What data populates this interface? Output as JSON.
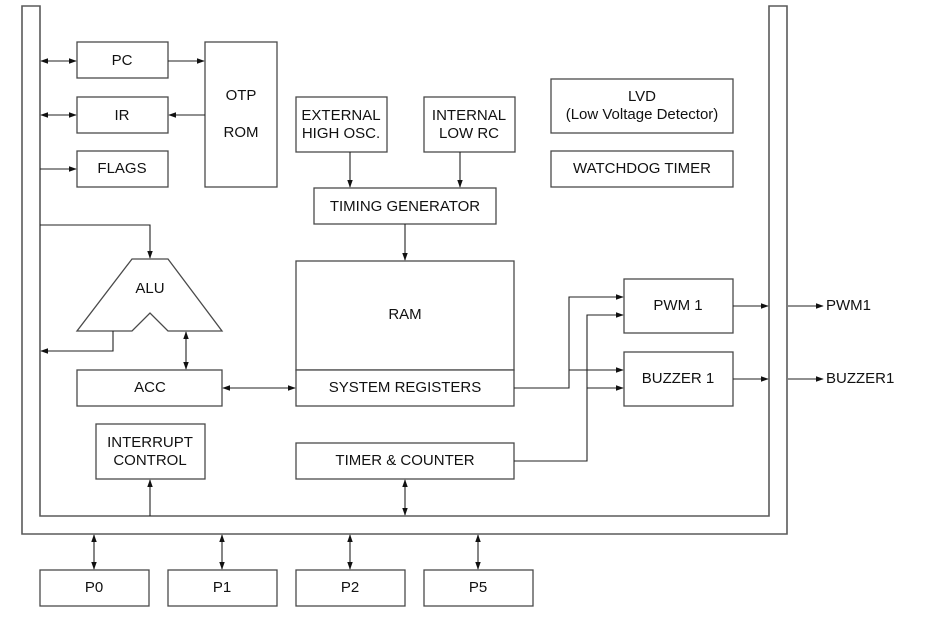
{
  "diagram": {
    "type": "microcontroller-block-diagram",
    "blocks": {
      "pc": "PC",
      "ir": "IR",
      "flags": "FLAGS",
      "otp_rom": [
        "OTP",
        "ROM"
      ],
      "ext_osc": [
        "EXTERNAL",
        "HIGH OSC."
      ],
      "int_rc": [
        "INTERNAL",
        "LOW RC"
      ],
      "timing_gen": "TIMING GENERATOR",
      "lvd": [
        "LVD",
        "(Low Voltage Detector)"
      ],
      "watchdog": "WATCHDOG TIMER",
      "alu": "ALU",
      "ram": "RAM",
      "sys_regs": "SYSTEM REGISTERS",
      "acc": "ACC",
      "pwm1": "PWM 1",
      "buzzer1": "BUZZER 1",
      "interrupt": [
        "INTERRUPT",
        "CONTROL"
      ],
      "timer_counter": "TIMER & COUNTER",
      "p0": "P0",
      "p1": "P1",
      "p2": "P2",
      "p5": "P5"
    },
    "outputs": {
      "pwm1": "PWM1",
      "buzzer1": "BUZZER1"
    },
    "connections": [
      {
        "from": "bus",
        "to": "PC",
        "direction": "bidirectional"
      },
      {
        "from": "PC",
        "to": "OTP ROM",
        "direction": "forward"
      },
      {
        "from": "OTP ROM",
        "to": "IR",
        "direction": "forward"
      },
      {
        "from": "bus",
        "to": "IR",
        "direction": "bidirectional"
      },
      {
        "from": "bus",
        "to": "FLAGS",
        "direction": "forward"
      },
      {
        "from": "EXTERNAL HIGH OSC.",
        "to": "TIMING GENERATOR",
        "direction": "forward"
      },
      {
        "from": "INTERNAL LOW RC",
        "to": "TIMING GENERATOR",
        "direction": "forward"
      },
      {
        "from": "TIMING GENERATOR",
        "to": "RAM",
        "direction": "forward"
      },
      {
        "from": "bus",
        "to": "ALU",
        "direction": "forward"
      },
      {
        "from": "ALU",
        "to": "bus",
        "direction": "forward"
      },
      {
        "from": "ALU",
        "to": "ACC",
        "direction": "bidirectional"
      },
      {
        "from": "ACC",
        "to": "SYSTEM REGISTERS",
        "direction": "bidirectional"
      },
      {
        "from": "SYSTEM REGISTERS",
        "to": "PWM 1",
        "direction": "forward"
      },
      {
        "from": "SYSTEM REGISTERS",
        "to": "BUZZER 1",
        "direction": "forward"
      },
      {
        "from": "TIMER & COUNTER",
        "to": "PWM 1",
        "direction": "forward"
      },
      {
        "from": "TIMER & COUNTER",
        "to": "BUZZER 1",
        "direction": "forward"
      },
      {
        "from": "PWM 1",
        "to": "PWM1",
        "direction": "forward"
      },
      {
        "from": "BUZZER 1",
        "to": "BUZZER1",
        "direction": "forward"
      },
      {
        "from": "bus",
        "to": "INTERRUPT CONTROL",
        "direction": "forward"
      },
      {
        "from": "bus",
        "to": "TIMER & COUNTER",
        "direction": "bidirectional"
      },
      {
        "from": "bus",
        "to": "P0",
        "direction": "bidirectional"
      },
      {
        "from": "bus",
        "to": "P1",
        "direction": "bidirectional"
      },
      {
        "from": "bus",
        "to": "P2",
        "direction": "bidirectional"
      },
      {
        "from": "bus",
        "to": "P5",
        "direction": "bidirectional"
      }
    ]
  }
}
